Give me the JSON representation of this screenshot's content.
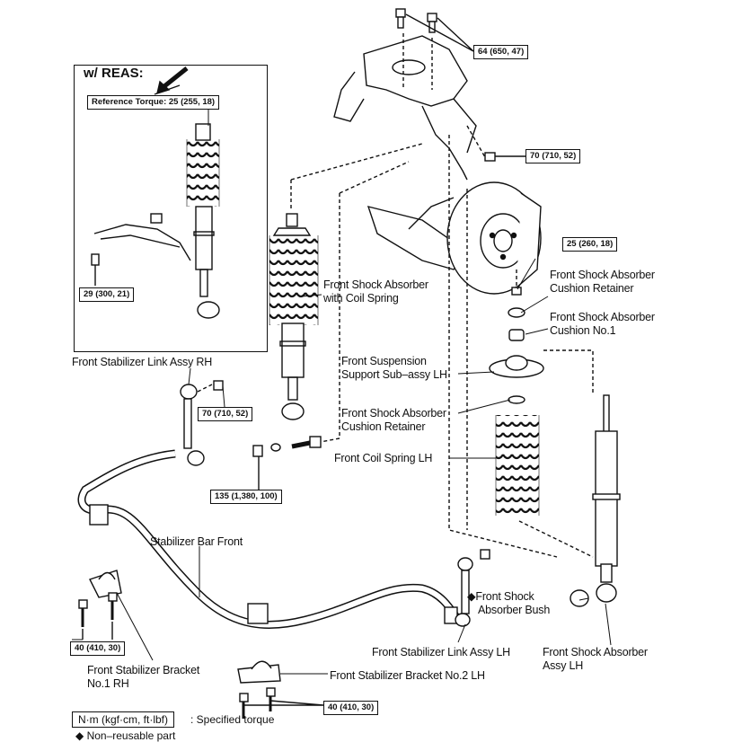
{
  "inset": {
    "title": "w/ REAS:",
    "reference_torque": "Reference Torque: 25 (255, 18)",
    "torque_29": "29 (300, 21)"
  },
  "torques": {
    "t64": "64 (650, 47)",
    "t70_upper": "70 (710, 52)",
    "t25": "25 (260, 18)",
    "t70_link": "70 (710, 52)",
    "t135": "135 (1,380, 100)",
    "t40_left": "40 (410, 30)",
    "t40_bottom": "40 (410, 30)"
  },
  "labels": {
    "shock_with_spring": [
      "Front Shock Absorber",
      "with Coil Spring"
    ],
    "cushion_retainer_top": [
      "Front Shock Absorber",
      "Cushion Retainer"
    ],
    "cushion_no1": [
      "Front Shock Absorber",
      "Cushion No.1"
    ],
    "support_sub_assy": [
      "Front Suspension",
      "Support Sub–assy LH"
    ],
    "cushion_retainer_mid": [
      "Front Shock Absorber",
      "Cushion Retainer"
    ],
    "coil_spring": "Front Coil Spring LH",
    "stab_link_rh": "Front Stabilizer Link Assy RH",
    "stab_bar": "Stabilizer Bar Front",
    "absorber_bush": [
      "◆Front Shock",
      "Absorber Bush"
    ],
    "stab_link_lh": "Front Stabilizer Link Assy LH",
    "shock_assy_lh": [
      "Front Shock Absorber",
      "Assy LH"
    ],
    "stab_bracket_rh": [
      "Front Stabilizer Bracket",
      "No.1 RH"
    ],
    "stab_bracket_lh": "Front Stabilizer Bracket No.2 LH"
  },
  "legend": {
    "unit": "N·m (kgf·cm, ft·lbf)",
    "unit_desc": ": Specified torque",
    "non_reusable": "◆ Non–reusable part"
  },
  "colors": {
    "ink": "#111111",
    "background": "#ffffff"
  }
}
